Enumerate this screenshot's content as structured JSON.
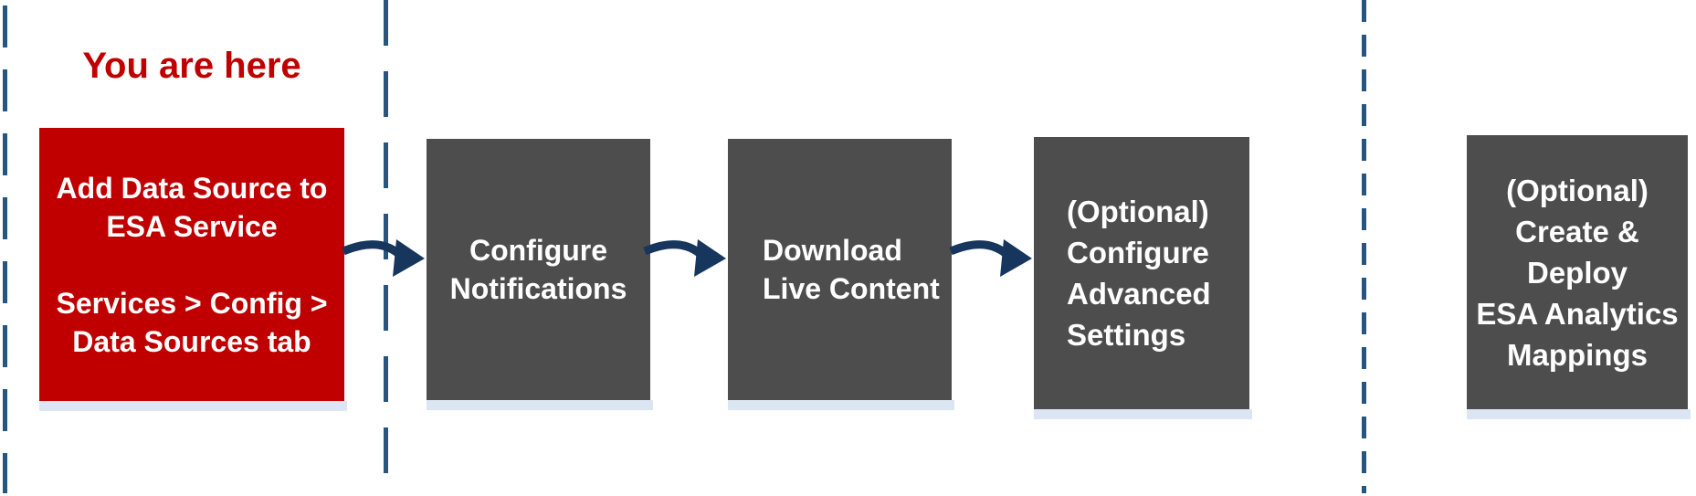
{
  "diagram": {
    "annotation": "You are here",
    "steps": [
      {
        "name": "add-data-source-to-esa-service",
        "lines": [
          "Add Data Source to",
          "ESA Service",
          " ",
          "Services > Config >",
          "Data Sources tab"
        ]
      },
      {
        "name": "configure-notifications",
        "lines": [
          "Configure",
          "Notifications"
        ]
      },
      {
        "name": "download-live-content",
        "lines": [
          "Download",
          "Live Content"
        ]
      },
      {
        "name": "configure-advanced-settings",
        "lines": [
          "(Optional)",
          "Configure",
          "Advanced",
          "Settings"
        ]
      },
      {
        "name": "create-deploy-esa-analytics-mappings",
        "lines": [
          "(Optional)",
          "Create &",
          "Deploy",
          "ESA Analytics",
          "Mappings"
        ]
      }
    ],
    "colors": {
      "current_step_fill": "#c00000",
      "step_fill": "#4d4d4d",
      "step_text": "#ffffff",
      "annotation_text": "#c00000",
      "arrow": "#17365d",
      "divider": "#26567f",
      "shadow": "#dce6f2"
    }
  }
}
